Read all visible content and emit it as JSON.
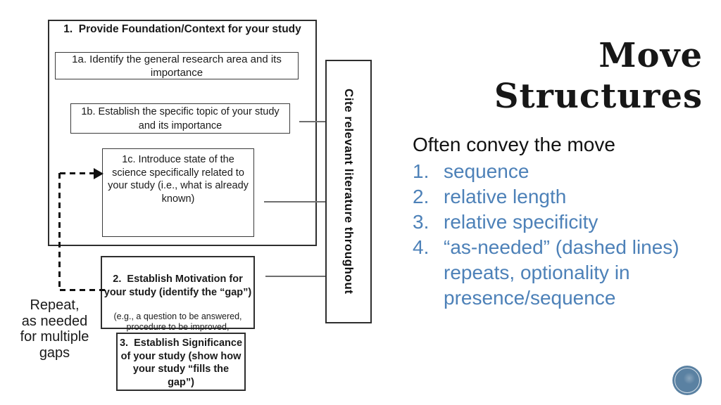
{
  "slide": {
    "title_lines": [
      "Move",
      "Structures"
    ],
    "intro": "Often convey the move",
    "list": [
      {
        "number": "1.",
        "text": "sequence"
      },
      {
        "number": "2.",
        "text": "relative length"
      },
      {
        "number": "3.",
        "text": "relative specificity"
      },
      {
        "number": "4.",
        "text": "“as-needed” (dashed lines)\nrepeats, optionality in\npresence/sequence"
      }
    ],
    "accent_color": "#4d81b8"
  },
  "diagram": {
    "box1_title": "1.  Provide Foundation/Context for your study",
    "box1a_text": "1a. Identify the general research area and its importance",
    "box1b_text": "1b. Establish the specific topic of your study and its importance",
    "box1c_text": "1c. Introduce state of the science specifically related to your study (i.e., what is already known)",
    "box2_title": "2.  Establish Motivation for your study (identify the “gap”)",
    "box2_subtext": "(e.g., a question to be answered, procedure to be improved, discrepancy to be explained)",
    "box3_title": "3.  Establish Significance of your study (show how your study “fills the gap”)",
    "cite_box_text": "Cite relevant literature throughout",
    "repeat_note": "Repeat,\nas needed\nfor multiple\ngaps"
  },
  "badge": {
    "color": "#5a81a2"
  }
}
